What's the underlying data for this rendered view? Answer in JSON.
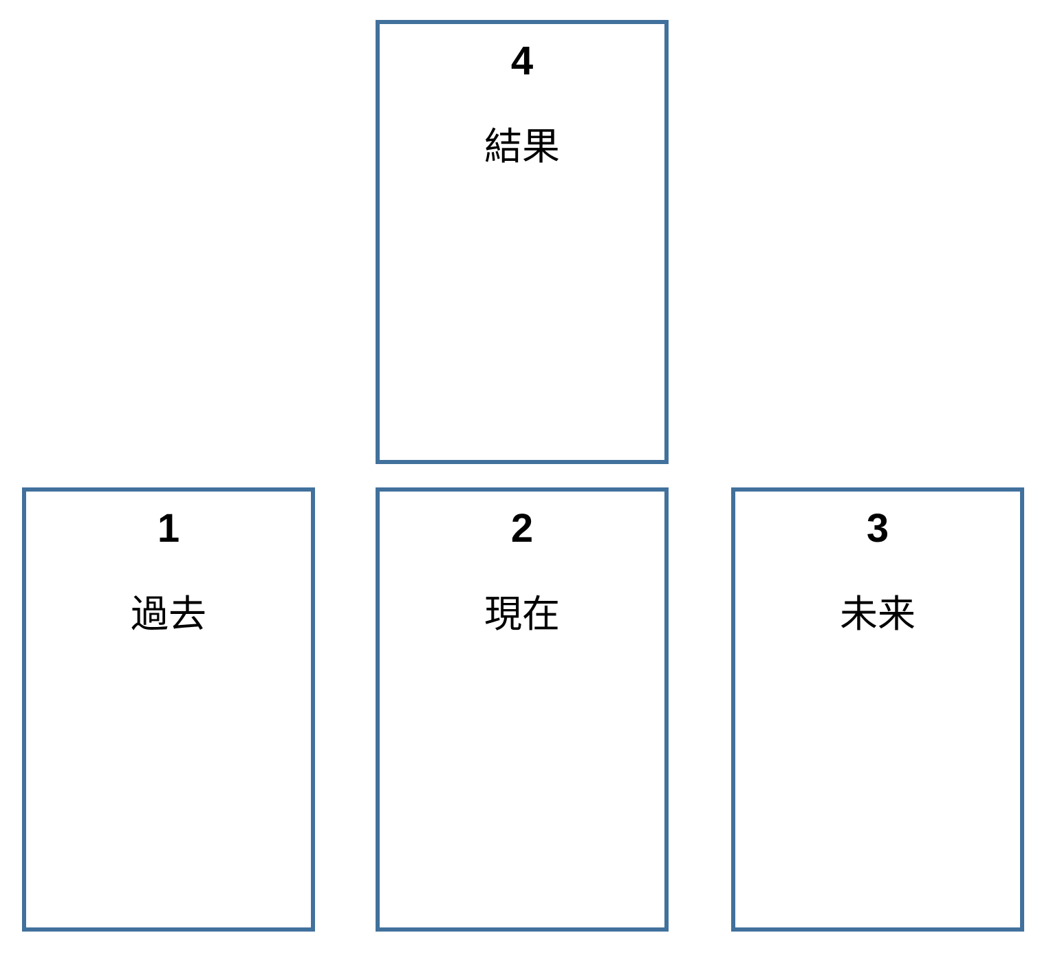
{
  "spread": {
    "name": "four-card-spread",
    "background_color": "#ffffff",
    "card_border_color": "#41719C",
    "card_text_color": "#000000",
    "cards": [
      {
        "position_id": "4",
        "number": "4",
        "label": "結果",
        "slot": "top-center"
      },
      {
        "position_id": "1",
        "number": "1",
        "label": "過去",
        "slot": "bottom-left"
      },
      {
        "position_id": "2",
        "number": "2",
        "label": "現在",
        "slot": "bottom-center"
      },
      {
        "position_id": "3",
        "number": "3",
        "label": "未来",
        "slot": "bottom-right"
      }
    ]
  }
}
